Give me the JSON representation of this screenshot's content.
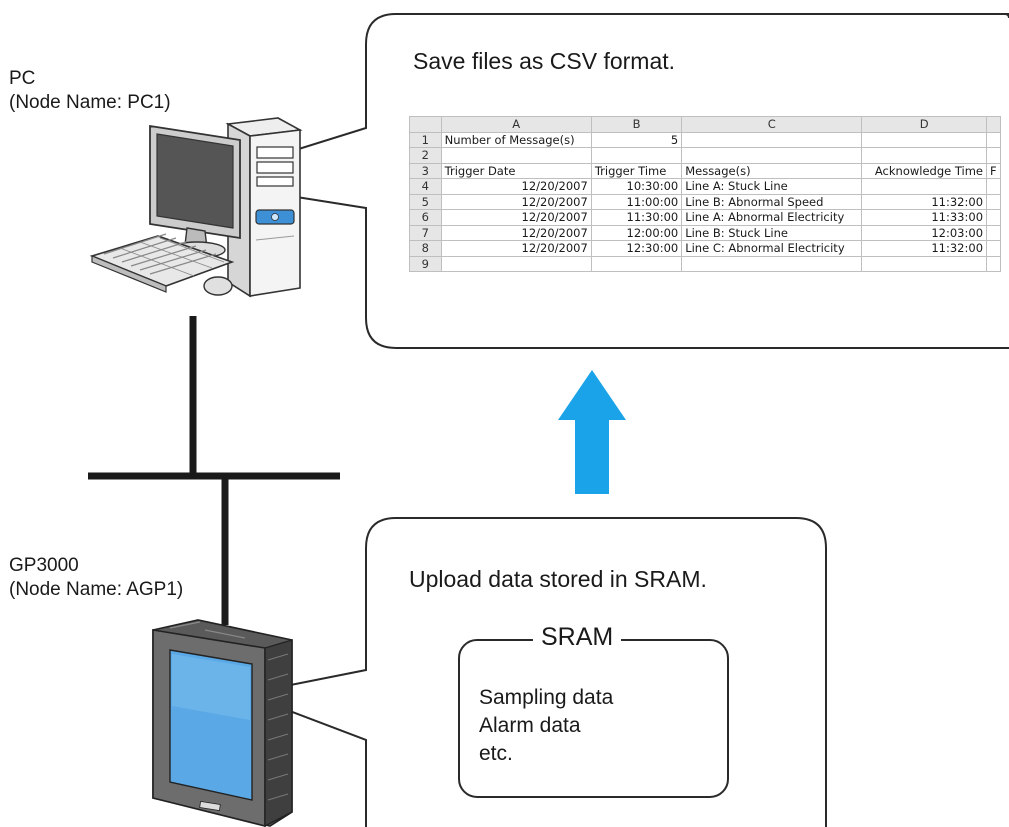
{
  "pc": {
    "label_line1": "PC",
    "label_line2": "(Node Name: PC1)"
  },
  "gp": {
    "label_line1": "GP3000",
    "label_line2": "(Node Name: AGP1)"
  },
  "csv_callout": {
    "title": "Save files as CSV format.",
    "columns": [
      "",
      "A",
      "B",
      "C",
      "D",
      ""
    ],
    "rows": [
      [
        "1",
        "Number of Message(s)",
        "5",
        "",
        "",
        ""
      ],
      [
        "2",
        "",
        "",
        "",
        "",
        ""
      ],
      [
        "3",
        "Trigger Date",
        "Trigger Time",
        "Message(s)",
        "Acknowledge Time",
        "F"
      ],
      [
        "4",
        "12/20/2007",
        "10:30:00",
        "Line A: Stuck Line",
        "",
        ""
      ],
      [
        "5",
        "12/20/2007",
        "11:00:00",
        "Line B: Abnormal Speed",
        "11:32:00",
        ""
      ],
      [
        "6",
        "12/20/2007",
        "11:30:00",
        "Line A: Abnormal Electricity",
        "11:33:00",
        ""
      ],
      [
        "7",
        "12/20/2007",
        "12:00:00",
        "Line B: Stuck Line",
        "12:03:00",
        ""
      ],
      [
        "8",
        "12/20/2007",
        "12:30:00",
        "Line C: Abnormal Electricity",
        "11:32:00",
        ""
      ],
      [
        "9",
        "",
        "",
        "",
        "",
        ""
      ]
    ]
  },
  "upload_callout": {
    "title": "Upload data stored in SRAM.",
    "sram_title": "SRAM",
    "items": [
      "Sampling data",
      "Alarm data",
      "etc."
    ]
  },
  "colors": {
    "arrow": "#1aa3e8",
    "screen_blue": "#5aa9e6",
    "line": "#1a1a1a"
  }
}
